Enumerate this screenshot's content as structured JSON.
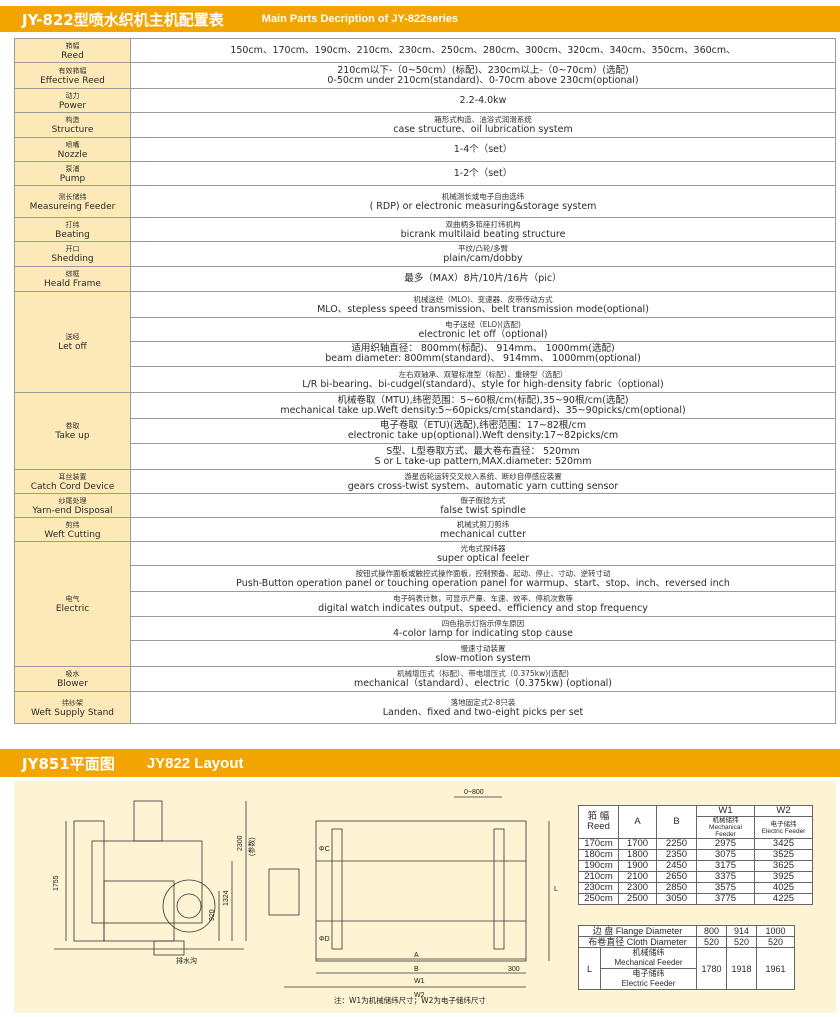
{
  "header": {
    "cn": "JY-822型喷水织机主机配置表",
    "en": "Main Parts Decription of JY-822series"
  },
  "spec_rows": [
    {
      "label_cn": "筘幅",
      "label_en": "Reed",
      "h": 24,
      "values": [
        {
          "en": "150cm、170cm、190cm、210cm、230cm、250cm、280cm、300cm、320cm、340cm、350cm、360cm、"
        }
      ]
    },
    {
      "label_cn": "有效筘幅",
      "label_en": "Effective Reed",
      "h": 26,
      "values": [
        {
          "en": "210cm以下-（0~50cm）(标配)、230cm以上-（0~70cm）(选配)",
          "en2": "0-50cm under 210cm(standard)、0-70cm above 230cm(optional)"
        }
      ]
    },
    {
      "label_cn": "动力",
      "label_en": "Power",
      "h": 24,
      "values": [
        {
          "en": "2.2-4.0kw"
        }
      ]
    },
    {
      "label_cn": "构造",
      "label_en": "Structure",
      "h": 25,
      "values": [
        {
          "cn": "箱形式构造、油浴式润滑系统",
          "en": "case structure、oil lubrication system"
        }
      ]
    },
    {
      "label_cn": "喷嘴",
      "label_en": "Nozzle",
      "h": 24,
      "values": [
        {
          "en": "1-4个（set）"
        }
      ]
    },
    {
      "label_cn": "泵浦",
      "label_en": "Pump",
      "h": 24,
      "values": [
        {
          "en": "1-2个（set）"
        }
      ]
    },
    {
      "label_cn": "测长储纬",
      "label_en": "Measureing Feeder",
      "h": 32,
      "values": [
        {
          "cn": "机械测长或电子自由选纬",
          "en": "( RDP) or electronic measuring&storage system"
        }
      ]
    },
    {
      "label_cn": "打纬",
      "label_en": "Beating",
      "h": 24,
      "values": [
        {
          "cn": "双曲柄多筘座打纬机构",
          "en": "bicrank multilaid beating structure"
        }
      ]
    },
    {
      "label_cn": "开口",
      "label_en": "Shedding",
      "h": 25,
      "values": [
        {
          "cn": "平纹/凸轮/多臂",
          "en": "plain/cam/dobby"
        }
      ]
    },
    {
      "label_cn": "综框",
      "label_en": "Heald Frame",
      "h": 25,
      "values": [
        {
          "en": "最多（MAX）8片/10片/16片（pic）"
        }
      ]
    },
    {
      "label_cn": "送经",
      "label_en": "Let off",
      "group": [
        {
          "h": 26,
          "cn": "机械送经（MLO)、变速器、皮带传动方式",
          "en": "MLO、stepless speed transmission、belt transmission mode(optional)"
        },
        {
          "h": 24,
          "cn": "电子送经（ELO)(选配)",
          "en": "electronic let off（optional)"
        },
        {
          "h": 25,
          "en": "适用织轴直径：  800mm(标配)、  914mm、  1000mm(选配)",
          "en2": "beam diameter:   800mm(standard)、  914mm、  1000mm(optional)"
        },
        {
          "h": 26,
          "cn": "左右双轴承、双辊标准型（标配）、重磅型（选配）",
          "en": "L/R bi-bearing、bi-cudgel(standard)、style for high-density fabric（optional)"
        }
      ]
    },
    {
      "label_cn": "卷取",
      "label_en": "Take up",
      "group": [
        {
          "h": 26,
          "en": "机械卷取（MTU),纬密范围：5~60根/cm(标配),35~90根/cm(选配)",
          "en2": "mechanical take up.Weft density:5~60picks/cm(standard)、35~90picks/cm(optional)"
        },
        {
          "h": 25,
          "en": "电子卷取（ETU)(选配),纬密范围：17~82根/cm",
          "en2": "electronic take up(optional).Weft density:17~82picks/cm"
        },
        {
          "h": 26,
          "en": "S型、L型卷取方式、最大卷布直径：  520mm",
          "en2": "S or L take-up pattern,MAX.diameter:    520mm"
        }
      ]
    },
    {
      "label_cn": "耳丝装置",
      "label_en": "Catch Cord Device",
      "h": 24,
      "values": [
        {
          "cn": "游星齿轮运转交叉绞入系统、断纱自停感应装置",
          "en": "gears cross-twist system、automatic yarn cutting sensor"
        }
      ]
    },
    {
      "label_cn": "纱尾处理",
      "label_en": "Yarn-end Disposal",
      "h": 24,
      "values": [
        {
          "cn": "假子假捻方式",
          "en": "false twist spindle"
        }
      ]
    },
    {
      "label_cn": "剪纬",
      "label_en": "Weft Cutting",
      "h": 24,
      "values": [
        {
          "cn": "机械式剪刀剪纬",
          "en": "mechanical cutter"
        }
      ]
    },
    {
      "label_cn": "电气",
      "label_en": "Electric",
      "group": [
        {
          "h": 24,
          "cn": "光电式探纬器",
          "en": "super optical feeler"
        },
        {
          "h": 26,
          "cn": "按钮式操作面板或触控式操作面板，控制预备、起动、停止、寸动、逆转寸动",
          "en": "Push-Button operation panel or  touching operation panel for warmup、start、stop、inch、reversed inch"
        },
        {
          "h": 25,
          "cn": "电子码表计数，可显示产量、车速、效率、停机次数等",
          "en": "digital watch indicates output、speed、efficiency and stop frequency"
        },
        {
          "h": 24,
          "cn": "四色指示灯指示停车原因",
          "en": "4-color lamp for indicating stop cause"
        },
        {
          "h": 26,
          "cn": "慢速寸动装置",
          "en": "slow-motion system"
        }
      ]
    },
    {
      "label_cn": "吸水",
      "label_en": "Blower",
      "h": 25,
      "values": [
        {
          "cn": "机械增压式（标配）、带电增压式（0.375kw)(选配)",
          "en": "mechanical（standard）、electric（0.375kw)   (optional)"
        }
      ]
    },
    {
      "label_cn": "纬纱架",
      "label_en": "Weft Supply Stand",
      "h": 32,
      "values": [
        {
          "cn": "落地固定式2-8只装",
          "en": "Landen、fixed and two-eight picks per set"
        }
      ]
    }
  ],
  "layout_header": {
    "cn": "JY851平面图",
    "en": "JY822 Layout"
  },
  "drawing_labels": {
    "drain": "排水沟",
    "base": "(参数)",
    "d1755": "1755",
    "d920": "920",
    "d1324": "1324",
    "d2300": "2300",
    "d0800": "0~800",
    "dc": "ΦC",
    "dd": "ΦD",
    "a": "A",
    "b": "B",
    "w1": "W1",
    "w2": "W2",
    "d300": "300",
    "l": "L"
  },
  "note": "注：W1为机械储纬尺寸；W2为电子储纬尺寸",
  "dim_table": {
    "head": {
      "reed_cn": "筘 幅",
      "reed_en": "Reed",
      "a": "A",
      "b": "B",
      "w1": "W1",
      "w2": "W2",
      "w1_cn": "机械储纬",
      "w1_en": "Mechanical Feeder",
      "w2_cn": "电子储纬",
      "w2_en": "Electric Feeder"
    },
    "rows": [
      [
        "170cm",
        "1700",
        "2250",
        "2975",
        "3425"
      ],
      [
        "180cm",
        "1800",
        "2350",
        "3075",
        "3525"
      ],
      [
        "190cm",
        "1900",
        "2450",
        "3175",
        "3625"
      ],
      [
        "210cm",
        "2100",
        "2650",
        "3375",
        "3925"
      ],
      [
        "230cm",
        "2300",
        "2850",
        "3575",
        "4025"
      ],
      [
        "250cm",
        "2500",
        "3050",
        "3775",
        "4225"
      ]
    ]
  },
  "dim_table2": {
    "flange_label": "边  盘 Flange Diameter",
    "flange": [
      "800",
      "914",
      "1000"
    ],
    "cloth_label": "布卷直径 Cloth Diameter",
    "cloth": [
      "520",
      "520",
      "520"
    ],
    "l": "L",
    "mech_cn": "机械储纬",
    "mech_en": "Mechanical Feeder",
    "elec_cn": "电子储纬",
    "elec_en": "Electric Feeder",
    "l_vals": [
      "1780",
      "1918",
      "1961"
    ]
  }
}
